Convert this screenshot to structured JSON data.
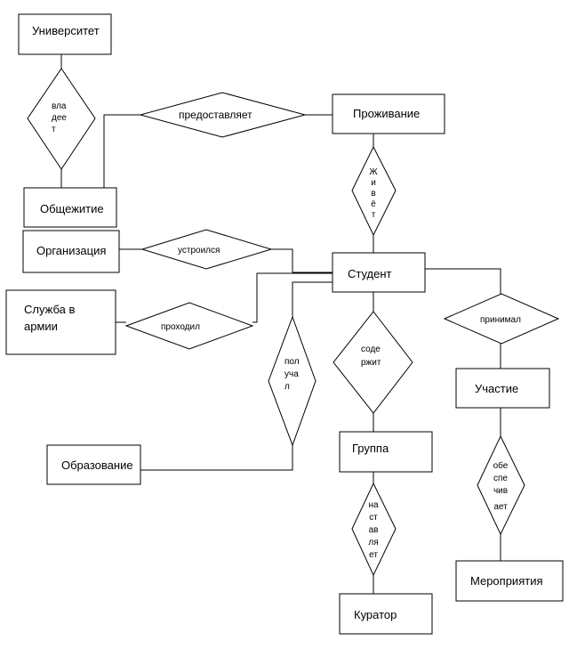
{
  "entities": {
    "university": "Университет",
    "dormitory": "Общежитие",
    "residence": "Проживание",
    "organization": "Организация",
    "army_service_line1": "Служба в",
    "army_service_line2": "армии",
    "student": "Студент",
    "participation": "Участие",
    "education": "Образование",
    "group": "Группа",
    "events": "Мероприятия",
    "curator": "Куратор"
  },
  "relationships": {
    "owns": [
      "вла",
      "дее",
      "т"
    ],
    "provides": [
      "предоставляет"
    ],
    "lives": [
      "Ж",
      "и",
      "в",
      "ё",
      "т"
    ],
    "got_job": [
      "устроился"
    ],
    "served": [
      "проходил"
    ],
    "received": [
      "пол",
      "уча",
      "л"
    ],
    "contains": [
      "соде",
      "ржит"
    ],
    "took_part": [
      "принимал"
    ],
    "supervises": [
      "на",
      "ст",
      "ав",
      "ля",
      "ет"
    ],
    "provides_events": [
      "обе",
      "спе",
      "чив",
      "ает"
    ]
  }
}
